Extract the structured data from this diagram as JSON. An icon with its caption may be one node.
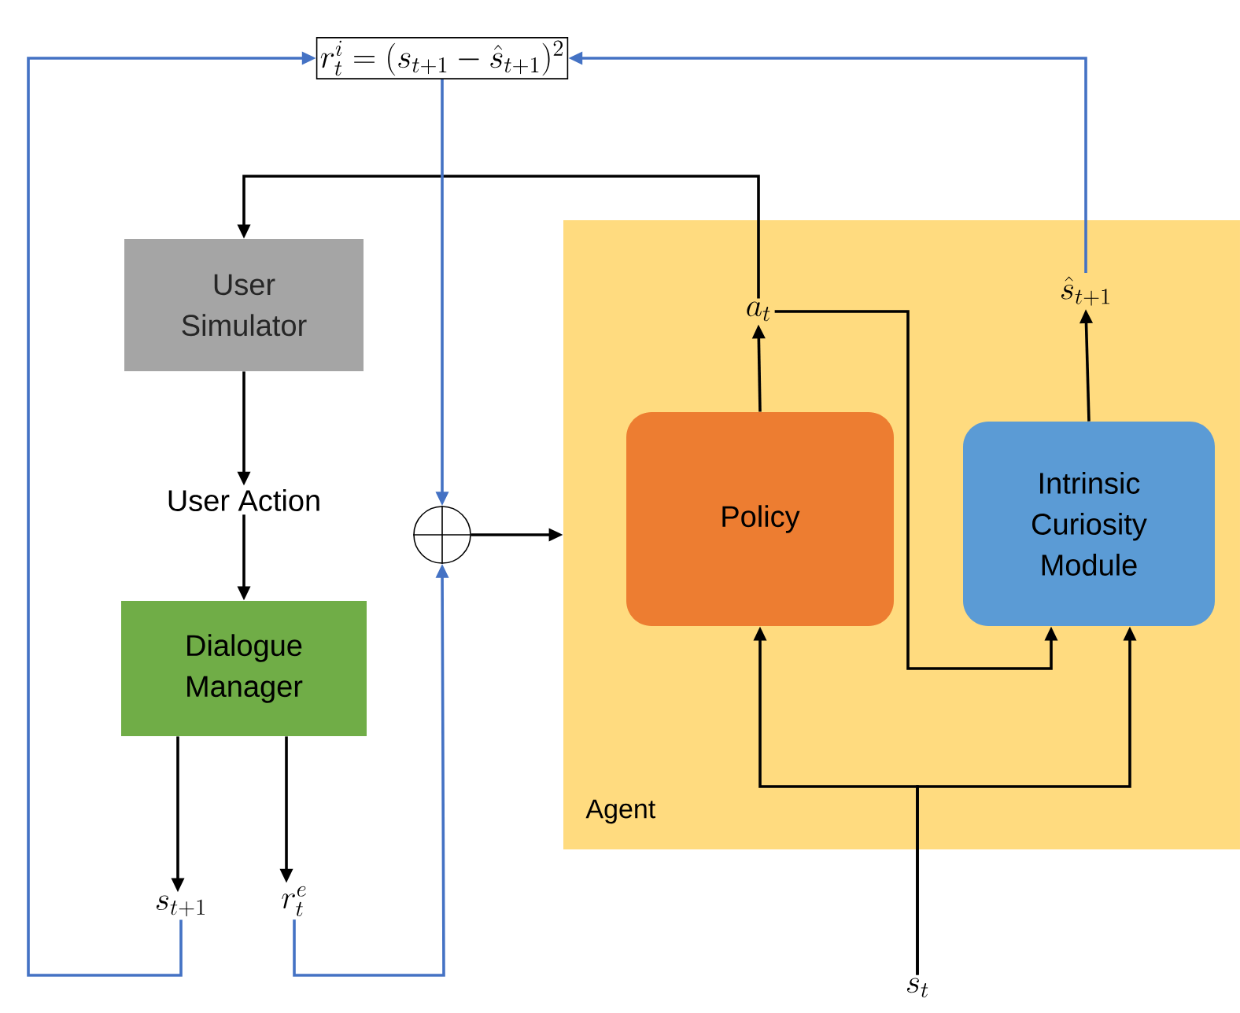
{
  "diagram": {
    "nodes": [
      {
        "text": [
          "r_t^i = (s_{t+1} - \\hat{s}_{t+1})^2"
        ]
      },
      {
        "text": [
          "Agent"
        ]
      },
      {
        "text": [
          "User Simulator"
        ]
      },
      {
        "text": [
          "User Action"
        ]
      },
      {
        "text": [
          "Dialogue Manager"
        ]
      },
      {
        "text": [
          "s_{t+1}"
        ]
      },
      {
        "text": [
          "r_t^e"
        ]
      },
      {
        "text": [],
        "shape": "circle"
      },
      {
        "text": [
          "Policy"
        ],
        "in": 1
      },
      {
        "text": [
          "Intrinsic Curiosity Module"
        ],
        "in": 1
      },
      {
        "text": [
          "a_t"
        ],
        "in": 1
      },
      {
        "text": [
          "\\hat{s}_{t+1}"
        ],
        "in": 1
      },
      {
        "text": [
          "s_t"
        ]
      }
    ],
    "edges": [
      {
        "from": 10,
        "to": 2,
        "arrow": "to"
      },
      {
        "from": 2,
        "to": 3,
        "arrow": "to"
      },
      {
        "from": 3,
        "to": 4,
        "arrow": "to"
      },
      {
        "from": 4,
        "to": 5,
        "arrow": "to"
      },
      {
        "from": 4,
        "to": 6,
        "arrow": "to"
      },
      {
        "from": 5,
        "to": 0,
        "arrow": "to",
        "color": "#4472c4"
      },
      {
        "from": 6,
        "to": 7,
        "arrow": "to",
        "color": "#4472c4"
      },
      {
        "from": 0,
        "to": 7,
        "arrow": "to",
        "color": "#4472c4"
      },
      {
        "from": 11,
        "to": 0,
        "arrow": "to",
        "color": "#4472c4"
      },
      {
        "from": 7,
        "to": 1,
        "arrow": "to"
      },
      {
        "from": 8,
        "to": 10,
        "arrow": "to"
      },
      {
        "from": 9,
        "to": 11,
        "arrow": "to"
      },
      {
        "from": 10,
        "to": 9,
        "arrow": "to"
      },
      {
        "from": 12,
        "to": 8,
        "arrow": "to"
      },
      {
        "from": 12,
        "to": 9,
        "arrow": "to"
      }
    ]
  }
}
